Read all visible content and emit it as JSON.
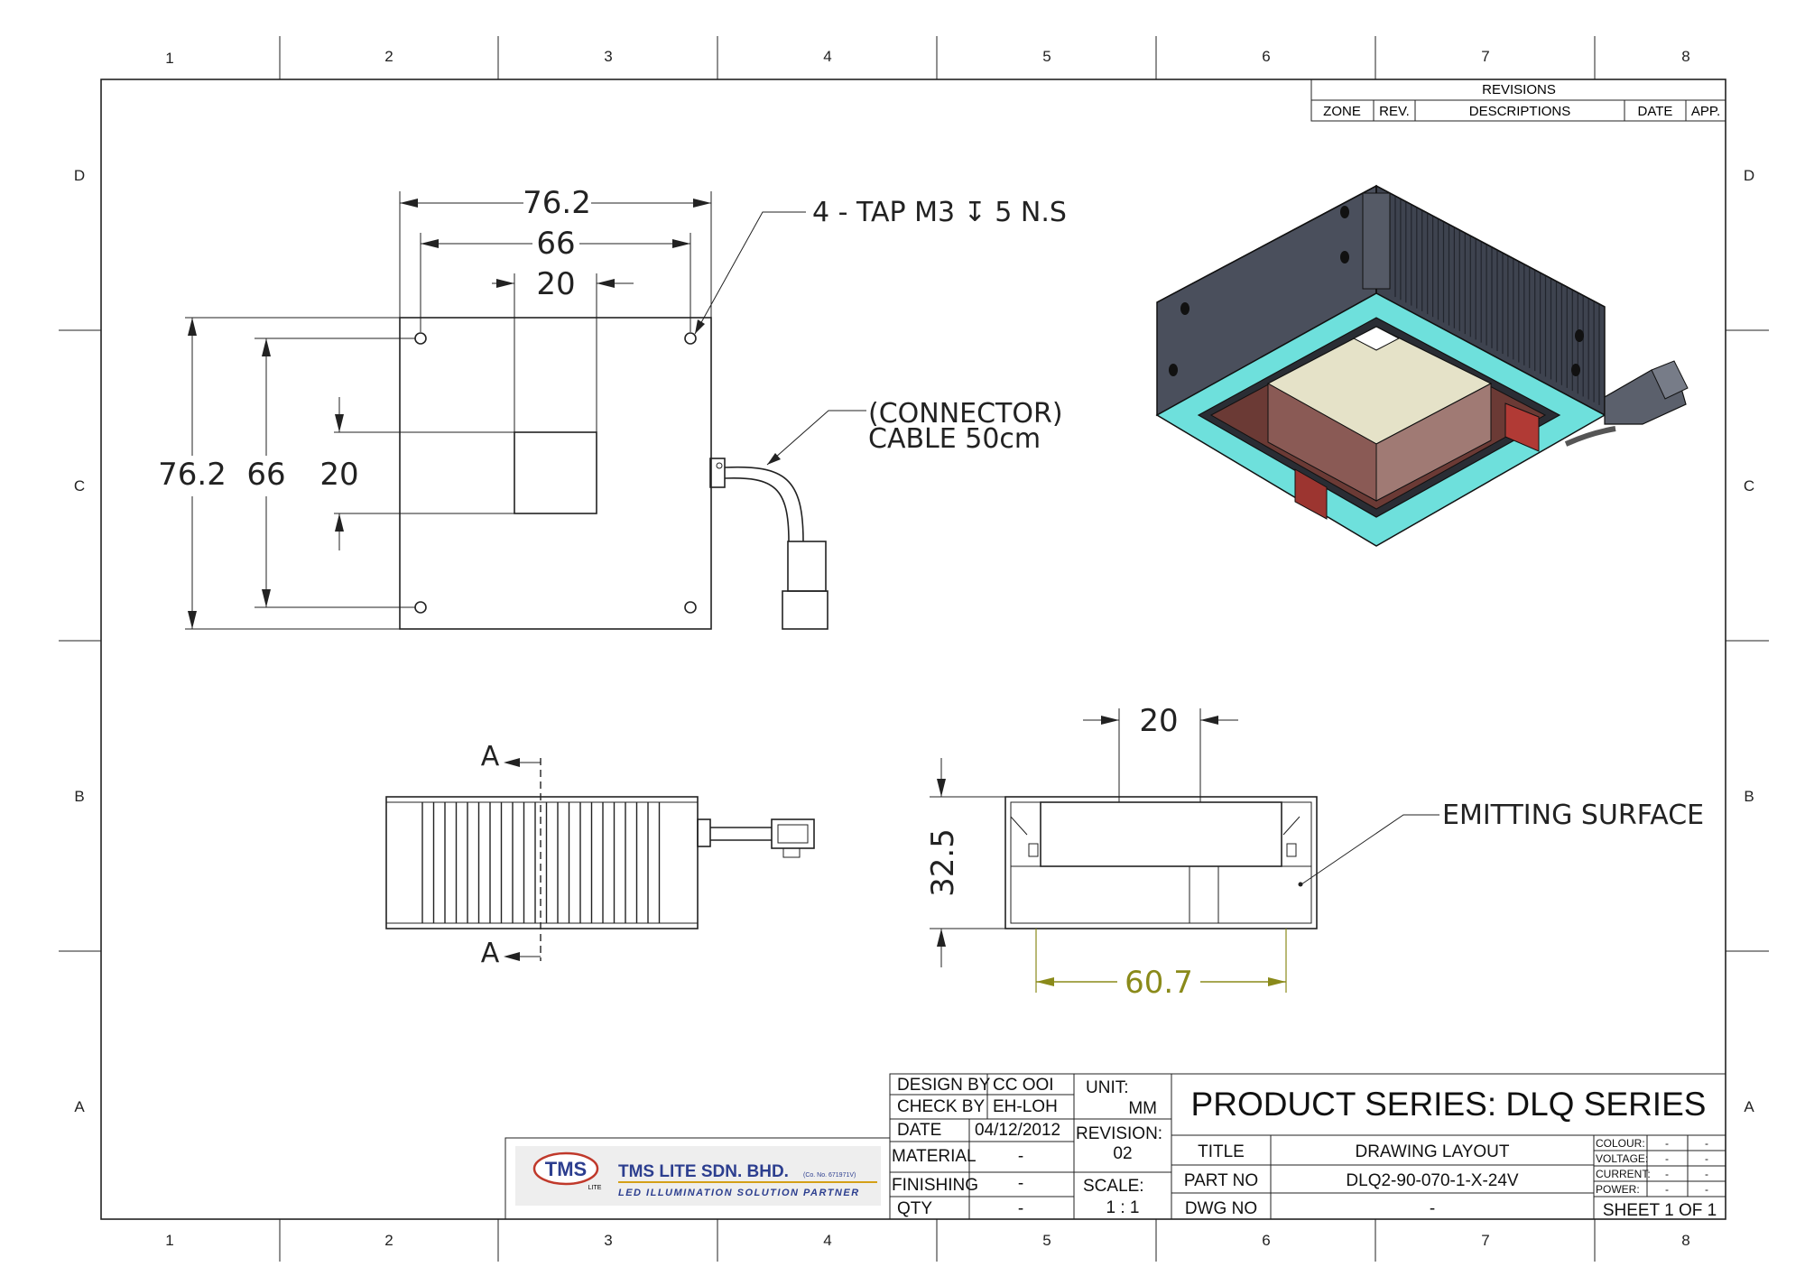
{
  "zones": {
    "columns": [
      "1",
      "2",
      "3",
      "4",
      "5",
      "6",
      "7",
      "8"
    ],
    "rows": [
      "D",
      "C",
      "B",
      "A"
    ]
  },
  "revisions": {
    "title": "REVISIONS",
    "headers": [
      "ZONE",
      "REV.",
      "DESCRIPTIONS",
      "DATE",
      "APP."
    ]
  },
  "top_view": {
    "overall_width": "76.2",
    "hole_spacing_x": "66",
    "window_width": "20",
    "overall_height": "76.2",
    "hole_spacing_y": "66",
    "window_height": "20",
    "tap_note": "4 - TAP M3 ↧ 5 N.S",
    "connector_note_1": "(CONNECTOR)",
    "connector_note_2": "CABLE 50cm"
  },
  "side_view": {
    "section_label_top": "A",
    "section_label_bottom": "A"
  },
  "section_view": {
    "window_width": "20",
    "height": "32.5",
    "inner_width": "60.7",
    "emitting_note": "EMITTING SURFACE"
  },
  "title_block": {
    "design_by_label": "DESIGN BY",
    "design_by": "CC OOI",
    "check_by_label": "CHECK BY",
    "check_by": "EH-LOH",
    "date_label": "DATE",
    "date": "04/12/2012",
    "material_label": "MATERIAL",
    "material": "-",
    "finishing_label": "FINISHING",
    "finishing": "-",
    "qty_label": "QTY",
    "qty": "-",
    "unit_label": "UNIT:",
    "unit": "MM",
    "revision_label": "REVISION:",
    "revision": "02",
    "scale_label": "SCALE:",
    "scale": "1 : 1",
    "product_series": "PRODUCT SERIES: DLQ  SERIES",
    "title_label": "TITLE",
    "title": "DRAWING LAYOUT",
    "part_no_label": "PART NO",
    "part_no": "DLQ2-90-070-1-X-24V",
    "dwg_no_label": "DWG NO",
    "dwg_no": "-",
    "colour_label": "COLOUR:",
    "voltage_label": "VOLTAGE:",
    "current_label": "CURRENT:",
    "power_label": "POWER:",
    "spec_a": "-",
    "spec_b": "-",
    "sheet": "SHEET 1 OF 1",
    "company_logo": "TMS",
    "company_logo_sub": "LITE",
    "company_name": "TMS LITE SDN. BHD.",
    "company_reg": "(Co. No. 671971V)",
    "company_tagline": "LED ILLUMINATION SOLUTION PARTNER"
  },
  "colors": {
    "line": "#222222",
    "emitting_ring": "#6ee0dc",
    "housing_dark": "#4a4f5c",
    "dimension_highlight": "#8a8a1a"
  }
}
